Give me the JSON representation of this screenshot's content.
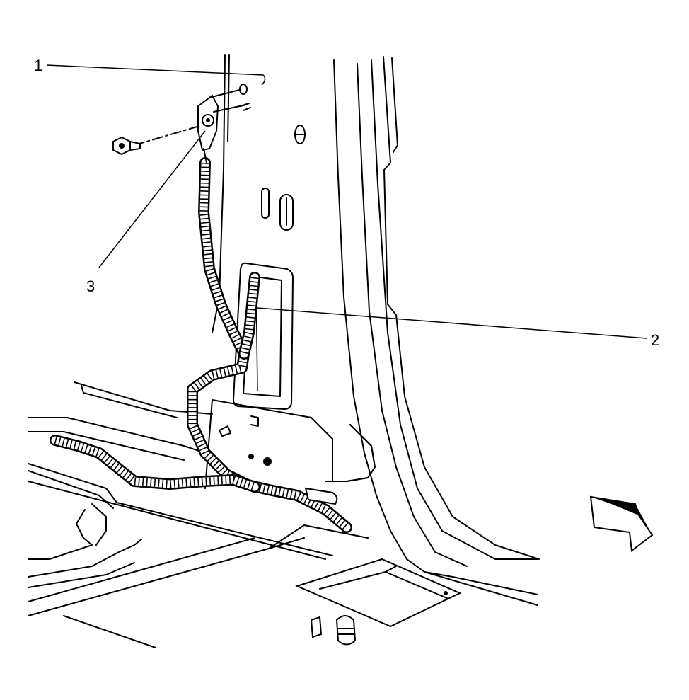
{
  "callouts": [
    {
      "id": "callout-1",
      "label": "1"
    },
    {
      "id": "callout-2",
      "label": "2"
    },
    {
      "id": "callout-3",
      "label": "3"
    }
  ],
  "colors": {
    "line": "#000000",
    "background": "#ffffff"
  },
  "icons": {
    "direction_arrow": "view-direction-arrow-icon",
    "bolt": "bolt-icon",
    "clip": "push-pin-clip-icon"
  }
}
